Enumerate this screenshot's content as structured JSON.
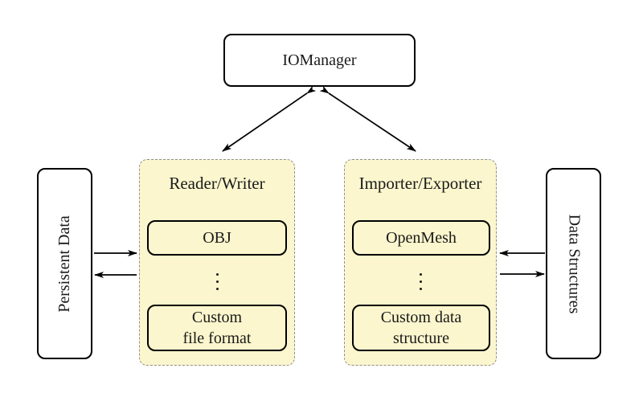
{
  "nodes": {
    "iomanager": "IOManager",
    "persistent_data": "Persistent Data",
    "data_structures": "Data Structures",
    "reader_writer": {
      "title": "Reader/Writer",
      "item1": "OBJ",
      "item2_line1": "Custom",
      "item2_line2": "file format"
    },
    "importer_exporter": {
      "title": "Importer/Exporter",
      "item1": "OpenMesh",
      "item2_line1": "Custom data",
      "item2_line2": "structure"
    }
  },
  "colors": {
    "group_fill": "#FBF6CD",
    "group_border": "#8F8F8F",
    "node_border": "#000000",
    "node_fill": "#FFFFFF",
    "arrow": "#000000",
    "background": "#FFFFFF"
  }
}
